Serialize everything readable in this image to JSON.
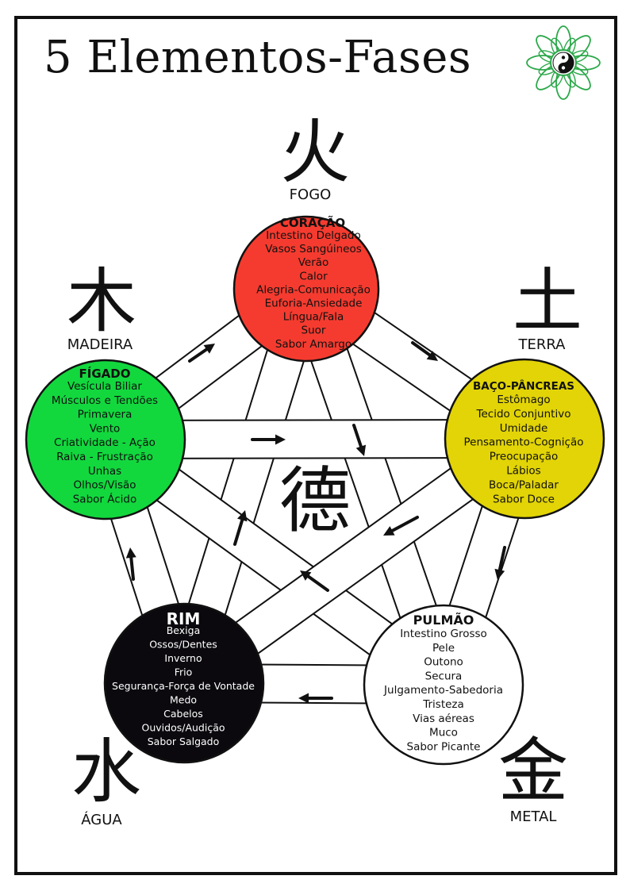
{
  "title": "5 Elementos-Fases",
  "center_glyph": "德",
  "colors": {
    "fogo": "#f53b2f",
    "madeira": "#12d83e",
    "terra": "#e2d406",
    "metal": "#ffffff",
    "agua": "#0b090e",
    "lotus": "#2ca84a"
  },
  "elements": {
    "fogo": {
      "glyph": "火",
      "name": "FOGO",
      "organ": "CORAÇÃO",
      "items": [
        "Intestino Delgado",
        "Vasos Sangúineos",
        "Verão",
        "Calor",
        "Alegria-Comunicação",
        "Euforia-Ansiedade",
        "Língua/Fala",
        "Suor",
        "Sabor Amargo"
      ]
    },
    "madeira": {
      "glyph": "木",
      "name": "MADEIRA",
      "organ": "FÍGADO",
      "items": [
        "Vesícula Biliar",
        "Músculos e Tendões",
        "Primavera",
        "Vento",
        "Criatividade - Ação",
        "Raiva - Frustração",
        "Unhas",
        "Olhos/Visão",
        "Sabor Ácido"
      ]
    },
    "terra": {
      "glyph": "土",
      "name": "TERRA",
      "organ": "BAÇO-PÂNCREAS",
      "items": [
        "Estômago",
        "Tecido Conjuntivo",
        "Umidade",
        "Pensamento-Cognição",
        "Preocupação",
        "Lábios",
        "Boca/Paladar",
        "Sabor Doce"
      ]
    },
    "metal": {
      "glyph": "金",
      "name": "METAL",
      "organ": "PULMÃO",
      "items": [
        "Intestino Grosso",
        "Pele",
        "Outono",
        "Secura",
        "Julgamento-Sabedoria",
        "Tristeza",
        "Vias aéreas",
        "Muco",
        "Sabor Picante"
      ]
    },
    "agua": {
      "glyph": "水",
      "name": "ÁGUA",
      "organ": "RIM",
      "items": [
        "Bexiga",
        "Ossos/Dentes",
        "Inverno",
        "Frio",
        "Segurança-Força de Vontade",
        "Medo",
        "Cabelos",
        "Ouvidos/Audição",
        "Sabor Salgado"
      ]
    }
  }
}
